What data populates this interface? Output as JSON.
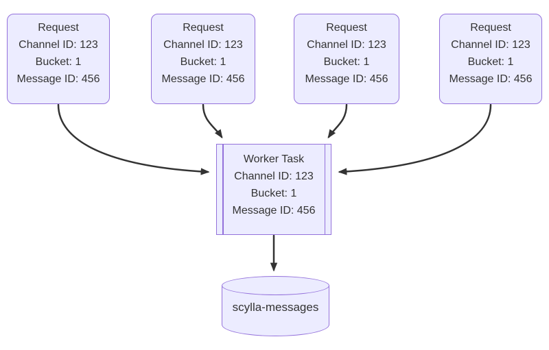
{
  "diagram": {
    "type": "flowchart",
    "request_nodes": [
      {
        "lines": [
          "Request",
          "Channel ID: 123",
          "Bucket: 1",
          "Message ID: 456"
        ]
      },
      {
        "lines": [
          "Request",
          "Channel ID: 123",
          "Bucket: 1",
          "Message ID: 456"
        ]
      },
      {
        "lines": [
          "Request",
          "Channel ID: 123",
          "Bucket: 1",
          "Message ID: 456"
        ]
      },
      {
        "lines": [
          "Request",
          "Channel ID: 123",
          "Bucket: 1",
          "Message ID: 456"
        ]
      }
    ],
    "worker_node": {
      "lines": [
        "Worker Task",
        "Channel ID: 123",
        "Bucket: 1",
        "Message ID: 456"
      ]
    },
    "database_node": {
      "label": "scylla-messages"
    },
    "colors": {
      "node_fill": "#ECECFF",
      "node_border": "#9370DB",
      "text": "#333333",
      "edge": "#333333",
      "background": "#FFFFFF"
    }
  }
}
